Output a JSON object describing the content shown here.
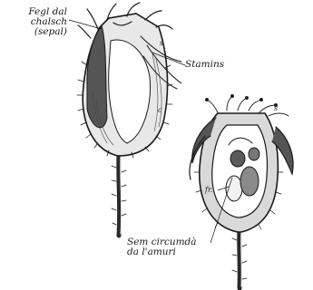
{
  "labels": {
    "sepal_line1": "Fegl dal",
    "sepal_line2": "chalsch",
    "sepal_line3": "(sepal)",
    "stamens": "Stamins",
    "seed_line1": "Sem circumdà",
    "seed_line2": "da l'amuri"
  },
  "letters": {
    "s_left": "s",
    "c_left": "c",
    "fr": "fr.",
    "s_right": "s"
  },
  "colors": {
    "ink": "#1a1a1a",
    "background": "#ffffff",
    "shade": "#6b6b6b"
  }
}
